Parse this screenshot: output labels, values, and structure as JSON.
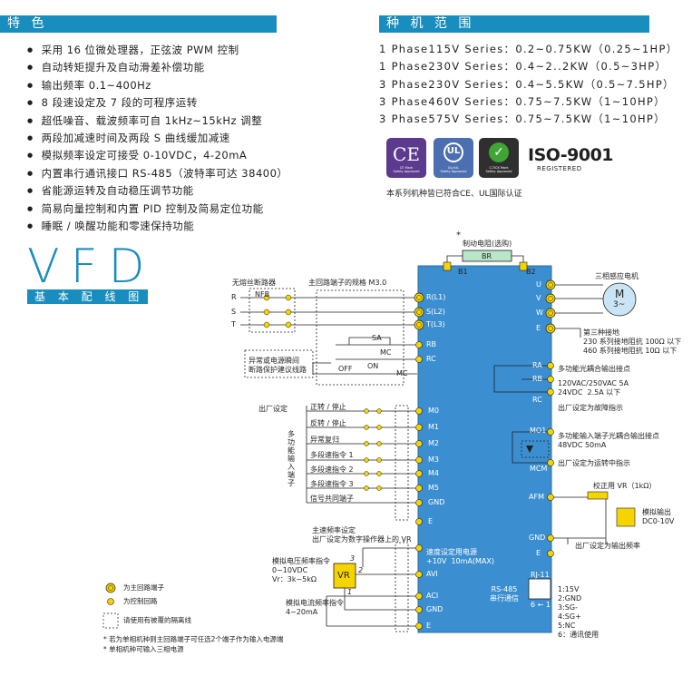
{
  "features": {
    "header": "特 色",
    "items": [
      "采用 16 位微处理器，正弦波 PWM 控制",
      "自动转矩提升及自动滑差补偿功能",
      "输出频率 0.1~400Hz",
      "8 段速设定及 7 段的可程序运转",
      "超低噪音、载波频率可自 1kHz~15kHz 调整",
      "两段加减速时间及两段 S 曲线缓加减速",
      "模拟频率设定可接受 0-10VDC，4-20mA",
      "内置串行通讯接口 RS-485（波特率可达 38400）",
      "省能源运转及自动稳压调节功能",
      "简易向量控制和内置 PID 控制及简易定位功能",
      "睡眠 / 唤醒功能和零速保持功能"
    ]
  },
  "range": {
    "header": "种 机 范 围",
    "items": [
      "1 Phase115V Series：0.2~0.75KW（0.25~1HP）",
      "1 Phase230V Series：0.4~2..2KW（0.5~3HP）",
      "3 Phase230V Series：0.4~5.5KW（0.5~7.5HP）",
      "3 Phase460V Series：0.75~7.5KW（1~10HP）",
      "3 Phase575V Series：0.75~7.5KW（1~10HP）"
    ]
  },
  "certs": {
    "ce": "CE",
    "ce_sub": "CE Mark\nSafety Approved",
    "ul": "UL",
    "ul_sub": "UL/cUL\nSafety Approved",
    "ctick": "C-TICK Mark\nSafety Approved",
    "iso": "ISO-9001",
    "iso_sub": "REGISTERED",
    "note": "本系列机种皆已符合CE、UL国际认证"
  },
  "diagram_title": {
    "big": "VFD",
    "bar": "基 本 配 线 图"
  },
  "wiring": {
    "star": "*",
    "brake_resistor": "制动电阻(选购)",
    "br": "BR",
    "b1": "B1",
    "b2": "B2",
    "breaker": "无熔丝断路器",
    "nfb": "NFB",
    "main_spec": "主回路端子的规格 M3.0",
    "r": "R",
    "s": "S",
    "t": "T",
    "rl1": "R(L1)",
    "sl2": "S(L2)",
    "tl3": "T(L3)",
    "rb": "RB",
    "rc": "RC",
    "sa": "SA",
    "mc": "MC",
    "on": "ON",
    "off": "OFF",
    "mc2": "MC",
    "abnormal": "异常或电源瞬间\n断路保护建议线路",
    "factory": "出厂设定",
    "inputs": [
      "正转 / 停止",
      "反转 / 停止",
      "异常复归",
      "多段速指令 1",
      "多段速指令 2",
      "多段速指令 3",
      "信号共同端子"
    ],
    "multi": "多\n功\n能\n输\n入\n端\n子",
    "m_terms": [
      "M0",
      "M1",
      "M2",
      "M3",
      "M4",
      "M5",
      "GND",
      "E"
    ],
    "speed_main": "主速频率设定\n出厂设定为数字操作器上的 VR",
    "vr_note": "模拟电压频率指令\n0~10VDC\nVr：3k~5kΩ",
    "vr": "VR",
    "pin3": "3",
    "pin2": "2",
    "pin1": "1",
    "power_set": "速度设定用电源\n+10V  10mA(MAX)",
    "avi": "AVI",
    "aci_note": "模拟电流频率指令\n4~20mA",
    "aci": "ACI",
    "gnd": "GND",
    "e": "E",
    "uvw": [
      "U",
      "V",
      "W"
    ],
    "motor": "三相感应电机",
    "motor_m": "M",
    "motor_3": "3~",
    "ground_note": "第三种接地\n230 系列接地阻抗 100Ω 以下\n460 系列接地阻抗 10Ω 以下",
    "ra": "RA",
    "rb2": "RB",
    "rc2": "RC",
    "relay_out": "多功能光耦合输出接点",
    "relay_rating": "120VAC/250VAC 5A\n24VDC  2.5A 以下",
    "relay_factory": "出厂设定为故障指示",
    "mo1": "MO1",
    "mcm": "MCM",
    "photo_out": "多功能输入端子光耦合输出接点\n48VDC 50mA",
    "photo_factory": "出厂设定为运转中指示",
    "afm": "AFM",
    "calib": "校正用 VR（1kΩ）",
    "analog_out": "模拟输出\nDC0-10V",
    "afm_factory": "出厂设定为输出频率",
    "rs485": "RS-485\n串行通信",
    "rj11": "RJ-11",
    "rj_pins": "6 ← 1",
    "pinout": "1:15V\n2:GND\n3:SG-\n4:SG+\n5:NC\n6：通讯使用"
  },
  "legend": {
    "main_circuit": "为主回路端子",
    "control_circuit": "为控制回路",
    "shield": "请使用有被覆的隔离线",
    "note1": "* 若为单相机种则主回路端子可任选2个端子作为输入电源端",
    "note2": "* 单相机种可输入三相电源"
  },
  "colors": {
    "accent": "#1a8dbf",
    "panel": "#3b8fd0",
    "terminal": "#f5d400"
  }
}
